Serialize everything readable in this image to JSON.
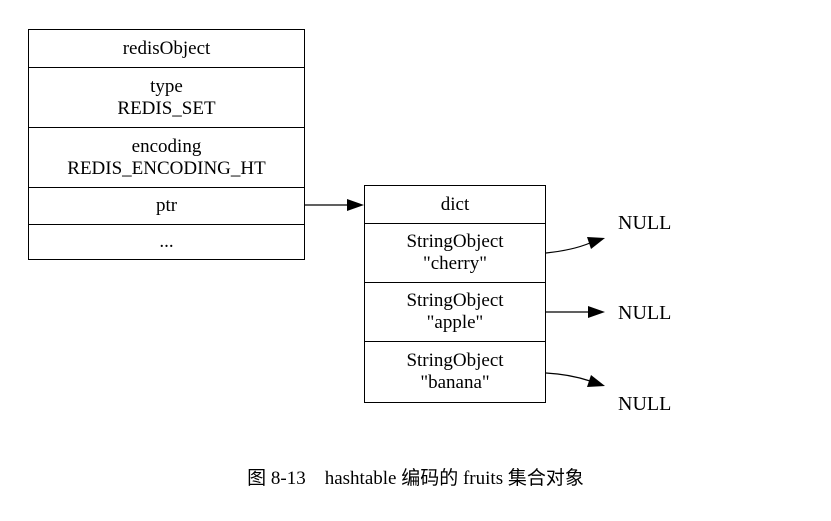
{
  "redis_object": {
    "title": "redisObject",
    "type_label": "type",
    "type_value": "REDIS_SET",
    "encoding_label": "encoding",
    "encoding_value": "REDIS_ENCODING_HT",
    "ptr_label": "ptr",
    "more_label": "..."
  },
  "dict": {
    "title": "dict",
    "entries": [
      {
        "type": "StringObject",
        "value": "\"cherry\"",
        "next": "NULL"
      },
      {
        "type": "StringObject",
        "value": "\"apple\"",
        "next": "NULL"
      },
      {
        "type": "StringObject",
        "value": "\"banana\"",
        "next": "NULL"
      }
    ]
  },
  "caption": "图 8-13　hashtable 编码的 fruits 集合对象"
}
